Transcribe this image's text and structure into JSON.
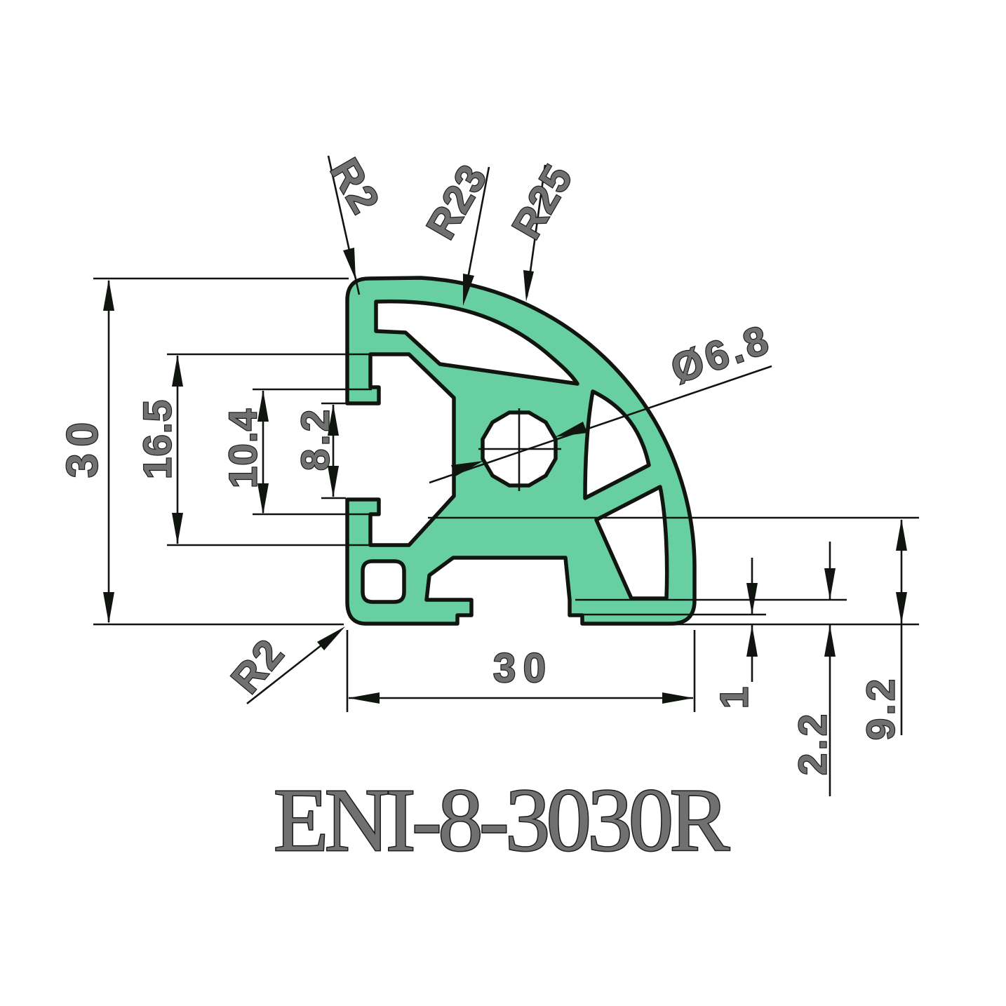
{
  "title": {
    "text": "ENI-8-3030R"
  },
  "colors": {
    "background": "#ffffff",
    "profile_fill": "#68cfa2",
    "outline": "#101510",
    "dim_text_fill": "#707070",
    "dim_text_stroke": "#1c1c1c"
  },
  "annotations": {
    "radius_top_corner": "R2",
    "radius_inner_arc": "R23",
    "radius_outer_arc": "R25",
    "hole_diameter": "Ø6.8",
    "overall_height": "30",
    "slot_cavity_height": "16.5",
    "slot_hook_height": "10.4",
    "slot_opening_height": "8.2",
    "overall_width": "30",
    "lip_step_height": "1",
    "foot_height": "2.2",
    "side_height": "9.2",
    "radius_bottom_corner": "R2"
  }
}
